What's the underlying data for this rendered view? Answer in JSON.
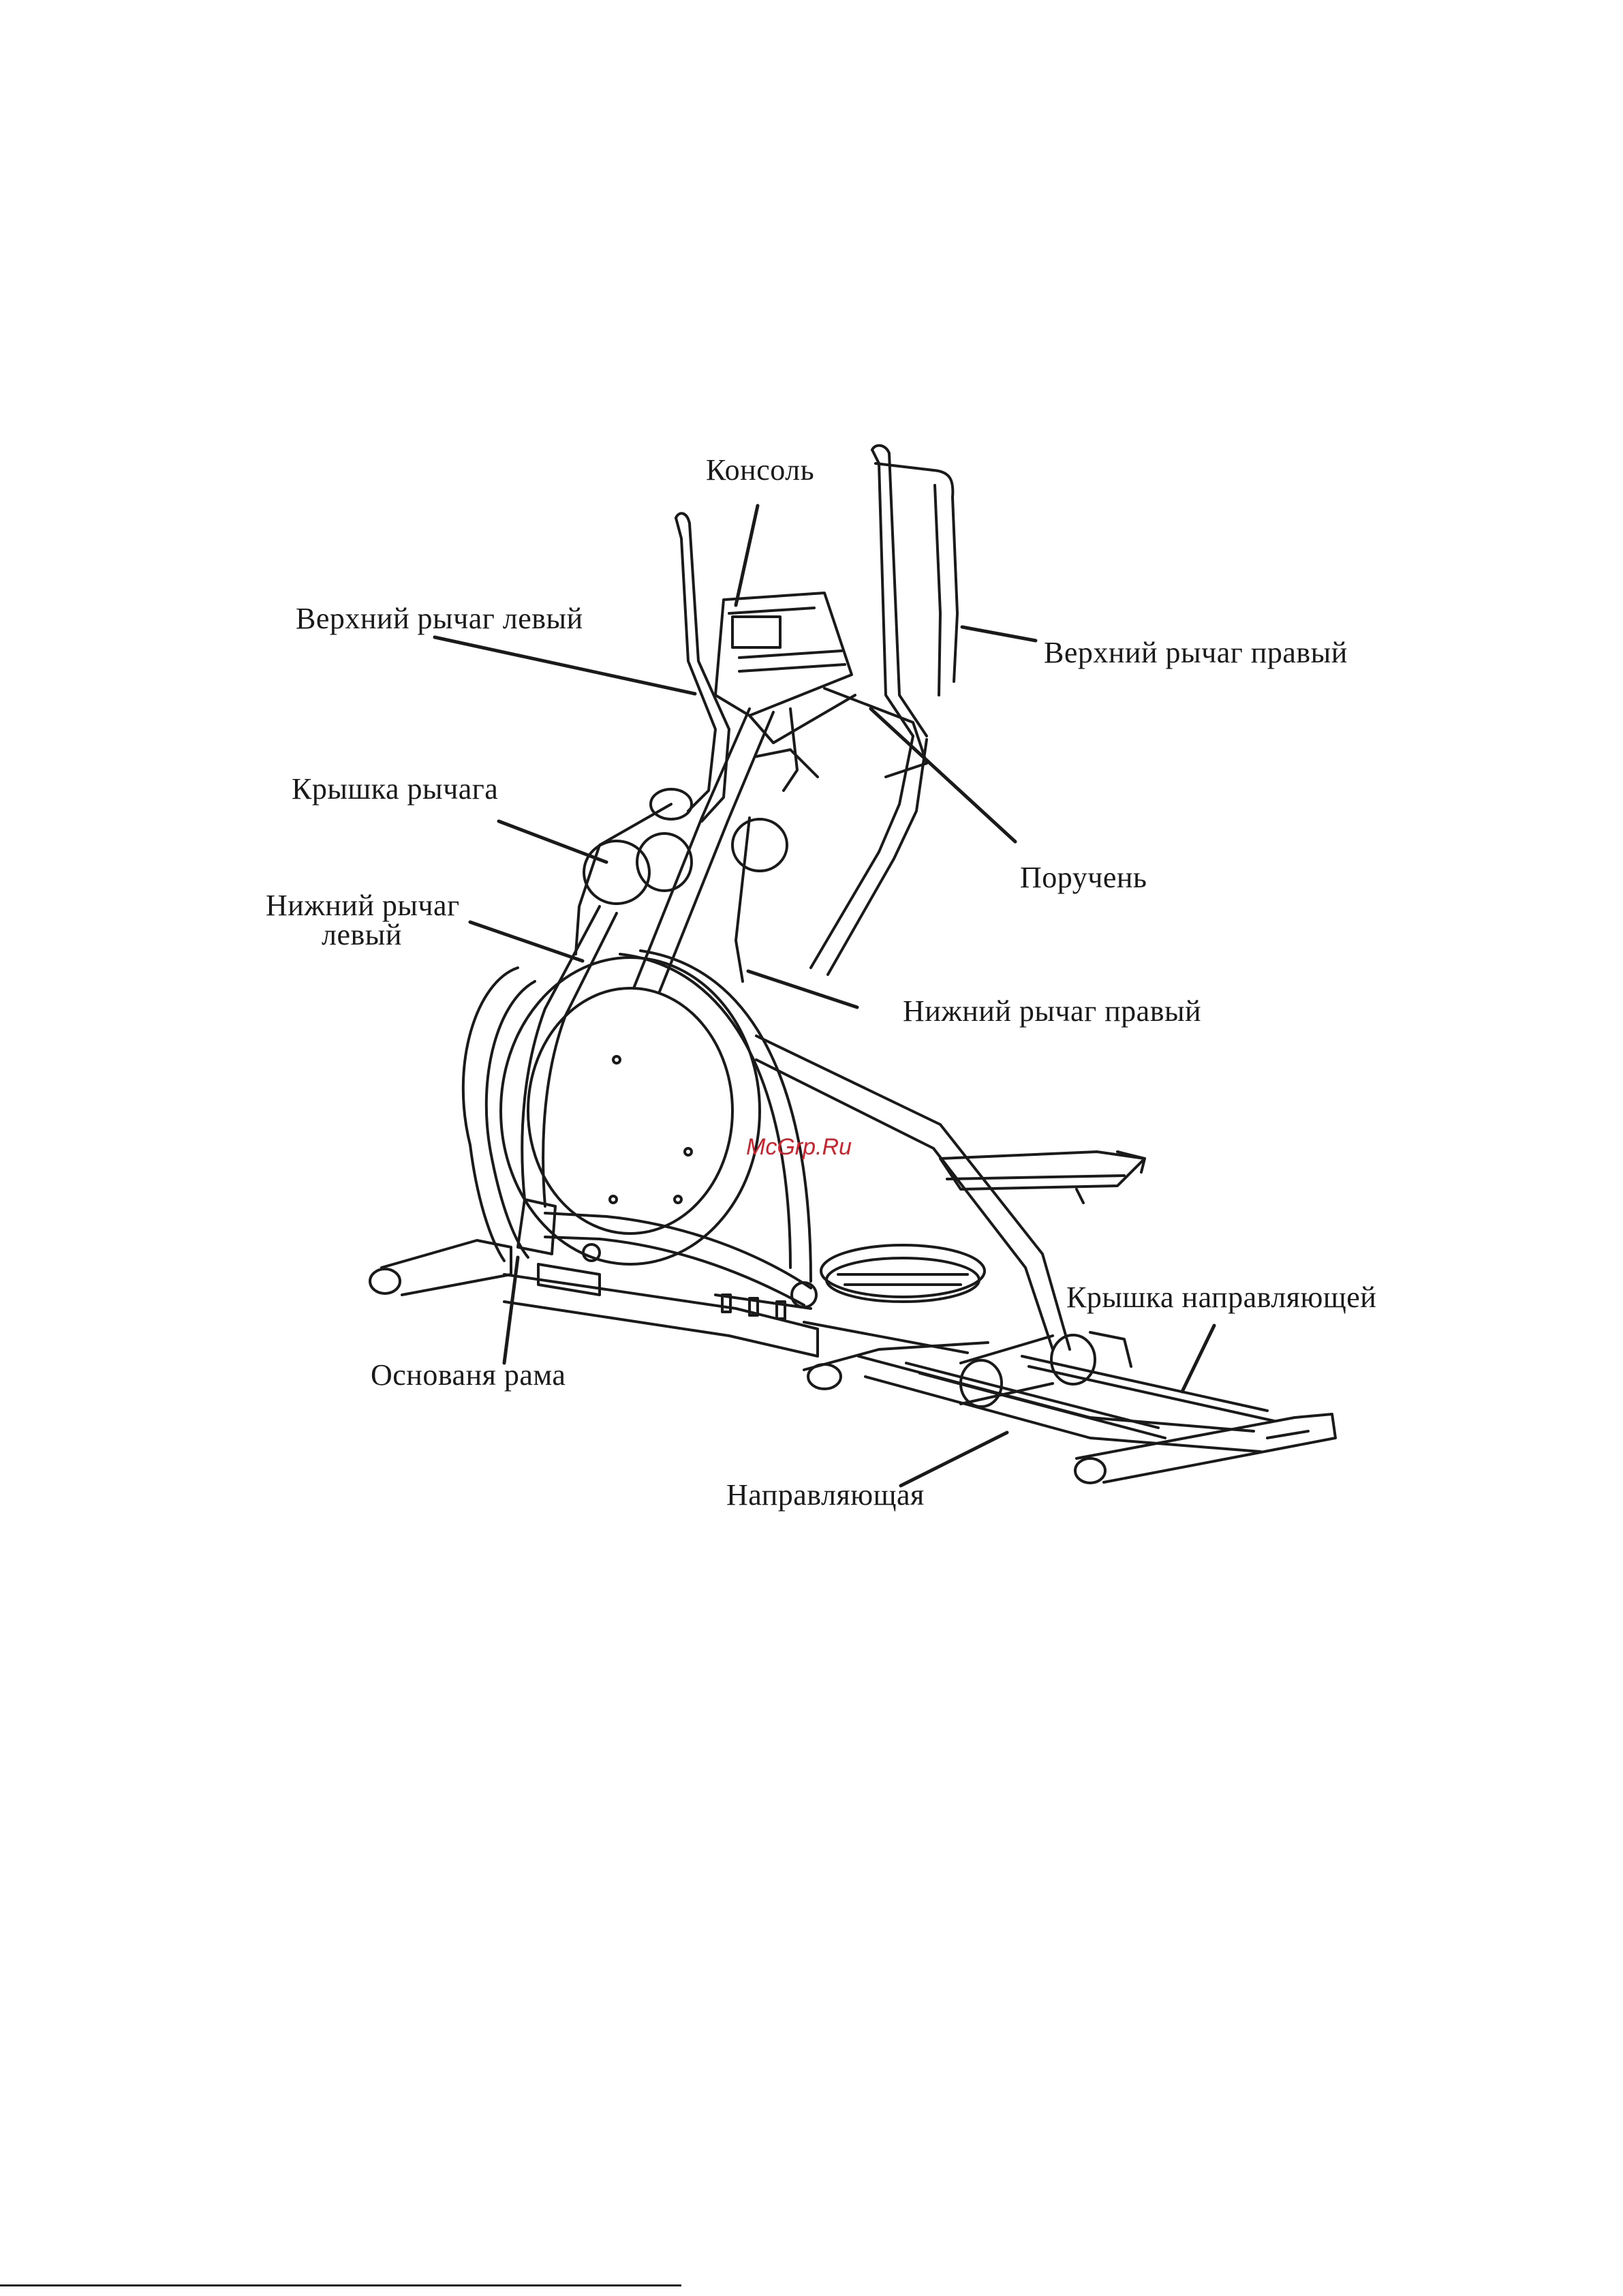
{
  "labels": {
    "console": "Консоль",
    "upper_lever_left": "Верхний рычаг левый",
    "upper_lever_right": "Верхний рычаг правый",
    "lever_cover": "Крышка рычага",
    "handrail": "Поручень",
    "lower_lever_left_line1": "Нижний рычаг",
    "lower_lever_left_line2": "левый",
    "lower_lever_right": "Нижний рычаг правый",
    "rail_cover": "Крышка направляющей",
    "base_frame": "Основаня рама",
    "rail": "Направляющая"
  },
  "watermark": "McGrp.Ru",
  "colors": {
    "line": "#1a1a1a",
    "watermark": "#d2202a"
  }
}
